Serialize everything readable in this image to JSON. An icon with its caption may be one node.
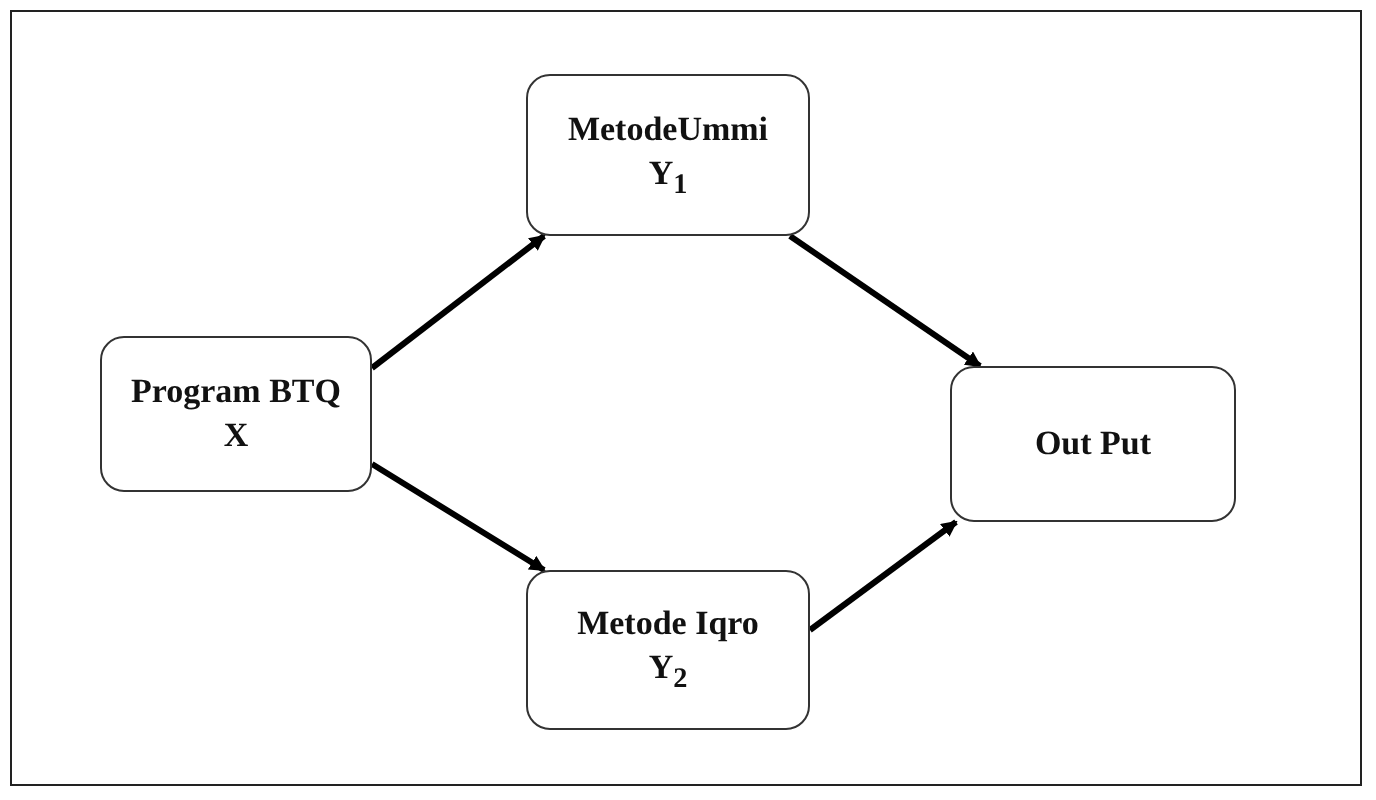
{
  "diagram": {
    "nodes": [
      {
        "text": [
          "Program BTQ",
          "X"
        ]
      },
      {
        "text": [
          "MetodeUmmi",
          "Y$_{1}$"
        ]
      },
      {
        "text": [
          "Metode Iqro",
          "Y$_{2}$"
        ]
      },
      {
        "text": [
          "Out Put"
        ]
      }
    ],
    "edges": [
      {
        "from": 0,
        "to": 1,
        "arrow": "to"
      },
      {
        "from": 0,
        "to": 2,
        "arrow": "to"
      },
      {
        "from": 1,
        "to": 3,
        "arrow": "to"
      },
      {
        "from": 2,
        "to": 3,
        "arrow": "to"
      }
    ]
  }
}
